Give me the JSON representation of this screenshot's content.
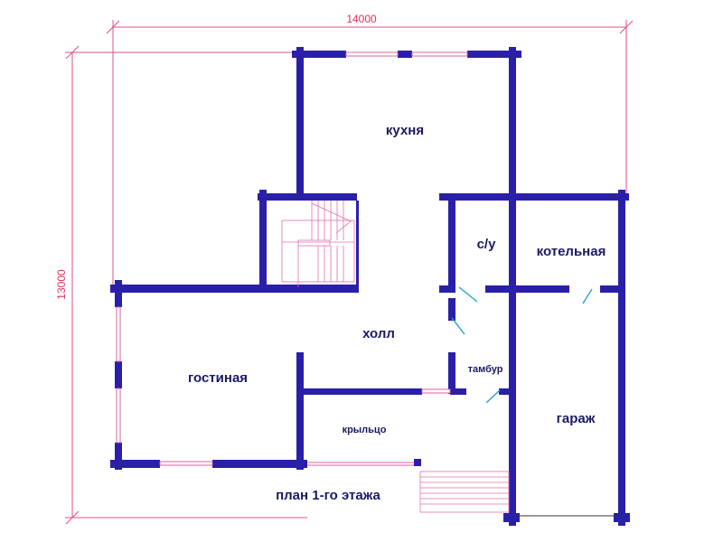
{
  "dimensions": {
    "width_label": "14000",
    "height_label": "13000"
  },
  "rooms": {
    "kitchen": "кухня",
    "bathroom": "с/у",
    "boiler_room": "котельная",
    "hall": "холл",
    "living_room": "гостиная",
    "vestibule": "тамбур",
    "porch": "крыльцо",
    "garage": "гараж"
  },
  "plan_title": "план 1-го этажа",
  "colors": {
    "wall": "#2a1fa8",
    "dimension": "#e05080",
    "window": "#e060a0",
    "door": "#2aa0c8",
    "text": "#1a1a66"
  }
}
